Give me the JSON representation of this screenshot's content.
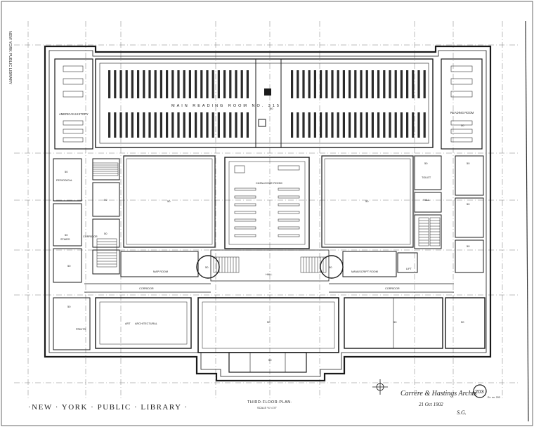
{
  "sheet": {
    "library_title": "·NEW · YORK · PUBLIC · LIBRARY ·",
    "plan_title": "THIRD·FLOOR·PLAN·",
    "scale": "SCALE ⅛\"=1'0\"",
    "architect_signature": "Carrère & Hastings Archts",
    "architect_date": "21 Oct 1902",
    "architect_initials": "S.G.",
    "sheet_number": "203",
    "margin_note": "NEW YORK PUBLIC LIBRARY",
    "tiny_note": "Ex. no. 203"
  },
  "rooms": {
    "main_reading": "MAIN  READING    ROOM  NO. 315",
    "american_history": "AMERICAN HISTORY",
    "reading_room": "READING ROOM",
    "catalogue": "CATALOGUE ROOM",
    "corridor_left": "CORRIDOR",
    "corridor_right": "CORRIDOR",
    "hall": "HALL",
    "art": "ART",
    "architectural": "ARCHITECTURAL",
    "prints": "PRINTS",
    "map_room": "MAP ROOM",
    "manuscript_room": "MANUSCRIPT ROOM",
    "stairs": "STAIRS",
    "hall_right": "HALL",
    "corridor_short": "CORRIDOR",
    "periodical": "PERIODICAL",
    "lift": "LIFT",
    "toilet": "TOILET"
  },
  "room_numbers": {
    "n1": "50",
    "n2": "50",
    "n3": "50",
    "n4": "50",
    "n5": "50",
    "n6": "50",
    "n7": "50",
    "n8": "50",
    "n9": "50",
    "n10": "50",
    "n11": "50",
    "n12": "50",
    "n13": "50",
    "n14": "50",
    "n15": "50",
    "n16": "50",
    "n17": "50",
    "n18": "50",
    "n19": "50",
    "n20": "50"
  },
  "colors": {
    "ink": "#1a1a1a",
    "paper": "#ffffff",
    "grid": "#7a7a7a"
  },
  "icons": {
    "north_marker": "compass-cross-icon"
  }
}
